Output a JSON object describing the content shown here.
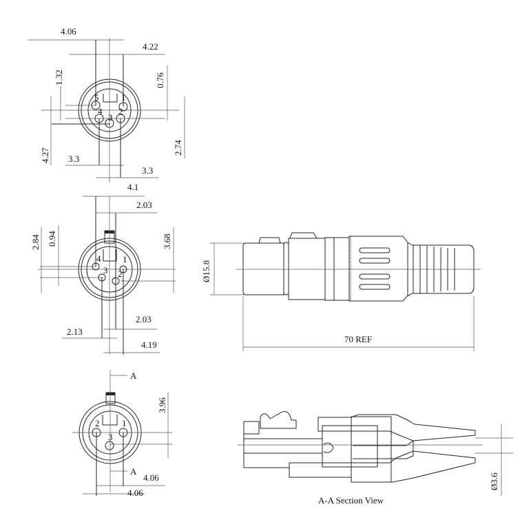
{
  "views": {
    "five_pin": {
      "pin_numbers": [
        "1",
        "2",
        "3",
        "4",
        "5"
      ],
      "dims": {
        "d1": "4.06",
        "d2": "4.22",
        "d3": "1.32",
        "d4": "0.76",
        "d5": "4.27",
        "d6": "3.3",
        "d7": "2.74",
        "d8": "3.3"
      }
    },
    "four_pin": {
      "pin_numbers": [
        "1",
        "2",
        "3",
        "4"
      ],
      "dims": {
        "d1": "4.1",
        "d2": "2.03",
        "d3": "2.84",
        "d4": "0.94",
        "d5": "3.68",
        "d6": "2.03",
        "d7": "2.13",
        "d8": "4.19"
      }
    },
    "three_pin": {
      "pin_numbers": [
        "1",
        "2",
        "3"
      ],
      "section_marker": "A",
      "dims": {
        "d1": "3.96",
        "d2": "4.06",
        "d3": "4.06"
      }
    },
    "side": {
      "diameter": "Ø15.8",
      "length": "70 REF"
    },
    "section": {
      "title": "A-A Section View",
      "diameter": "Ø3.6"
    }
  }
}
